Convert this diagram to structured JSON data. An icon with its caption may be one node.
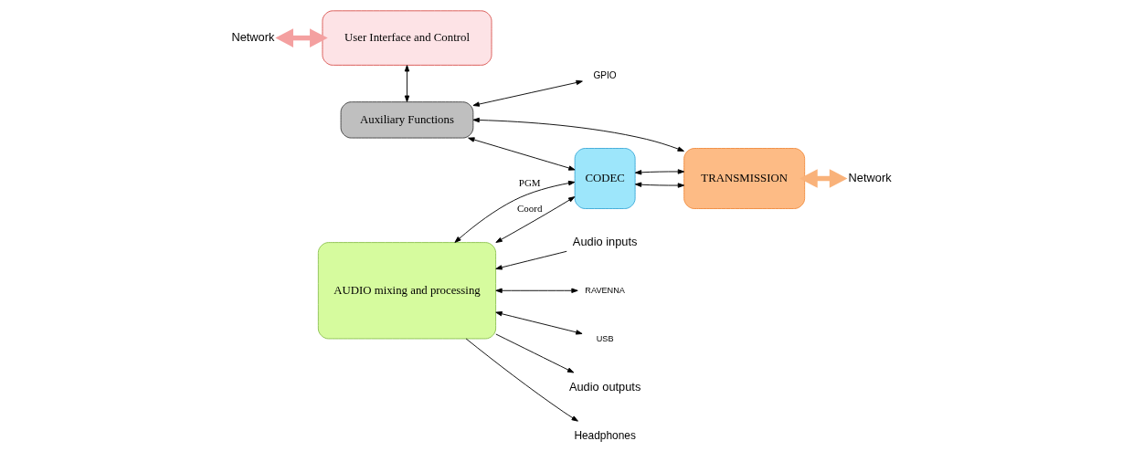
{
  "diagram": {
    "nodes": [
      {
        "text": [
          "User Interface and Control"
        ]
      },
      {
        "text": [
          "Network"
        ]
      },
      {
        "text": [
          "Auxiliary Functions"
        ]
      },
      {
        "text": [
          "GPIO"
        ]
      },
      {
        "text": [
          "Audio inputs"
        ]
      },
      {
        "text": [
          "Audio outputs"
        ]
      },
      {
        "text": [
          "RAVENNA"
        ]
      },
      {
        "text": [
          "USB"
        ]
      },
      {
        "text": [
          "AUDIO mixing and processing"
        ]
      },
      {
        "text": [
          "CODEC"
        ]
      },
      {
        "text": [
          "TRANSMISSION"
        ]
      },
      {
        "text": [
          "Network"
        ]
      },
      {
        "text": [
          "Headphones"
        ]
      }
    ],
    "edges": [
      {
        "from": 1,
        "to": 0,
        "arrow": "both",
        "style": "thick",
        "color": "#f4a0a0"
      },
      {
        "from": 0,
        "to": 2,
        "arrow": "both"
      },
      {
        "from": 2,
        "to": 3,
        "arrow": "both"
      },
      {
        "from": 4,
        "to": 8,
        "arrow": "to"
      },
      {
        "from": 8,
        "to": 5,
        "arrow": "to"
      },
      {
        "from": 6,
        "to": 8,
        "arrow": "both"
      },
      {
        "from": 7,
        "to": 8,
        "arrow": "both"
      },
      {
        "from": 8,
        "to": 9,
        "arrow": "both",
        "label": "PGM"
      },
      {
        "from": 8,
        "to": 9,
        "arrow": "both",
        "label": "Coord"
      },
      {
        "from": 2,
        "to": 9,
        "arrow": "both"
      },
      {
        "from": 2,
        "to": 10,
        "arrow": "both"
      },
      {
        "from": 9,
        "to": 10,
        "arrow": "both"
      },
      {
        "from": 9,
        "to": 10,
        "arrow": "both"
      },
      {
        "from": 10,
        "to": 11,
        "arrow": "both",
        "style": "thick",
        "color": "#f9b27a"
      },
      {
        "from": 8,
        "to": 12,
        "arrow": "to"
      }
    ]
  }
}
